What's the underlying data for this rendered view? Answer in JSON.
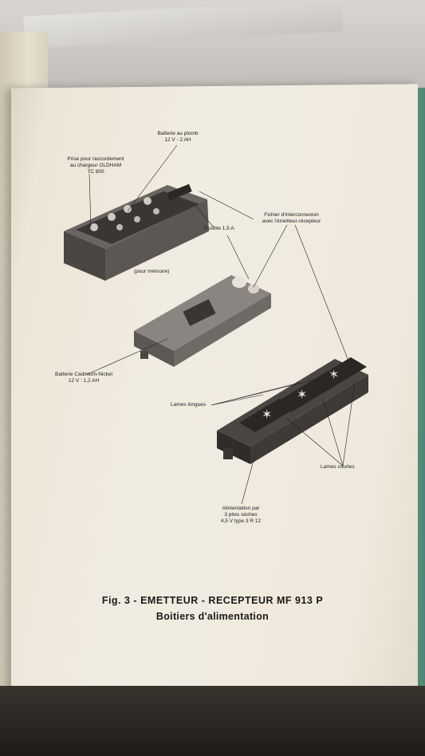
{
  "labels": {
    "batterie_plomb_1": "Batterie au plomb",
    "batterie_plomb_2": "12 V - 2 AH",
    "prise_1": "Prise pour raccordement",
    "prise_2": "au chargeur OLDHAM",
    "prise_3": "TC 800",
    "fichier_1": "Fichier d'interconnexion",
    "fichier_2": "avec l'émetteur-récepteur",
    "fusible": "Fusible 1,5 A",
    "pour_memoire": "(pour mémoire)",
    "cadmium_1": "Batterie Cadmium-Nickel",
    "cadmium_2": "12 V : 1,2 AH",
    "lames_longues": "Lames longues",
    "lames_courtes": "Lames courtes",
    "alim_1": "Alimentation par",
    "alim_2": "3 piles sèches",
    "alim_3": "4,5 V type 3 R 12"
  },
  "caption": {
    "line1": "Fig. 3 - EMETTEUR - RECEPTEUR MF 913 P",
    "line2": "Boitiers d'alimentation"
  },
  "colors": {
    "page": "#efe9dd",
    "ink": "#1a1a1a",
    "cover_green": "#5a8f7c"
  }
}
